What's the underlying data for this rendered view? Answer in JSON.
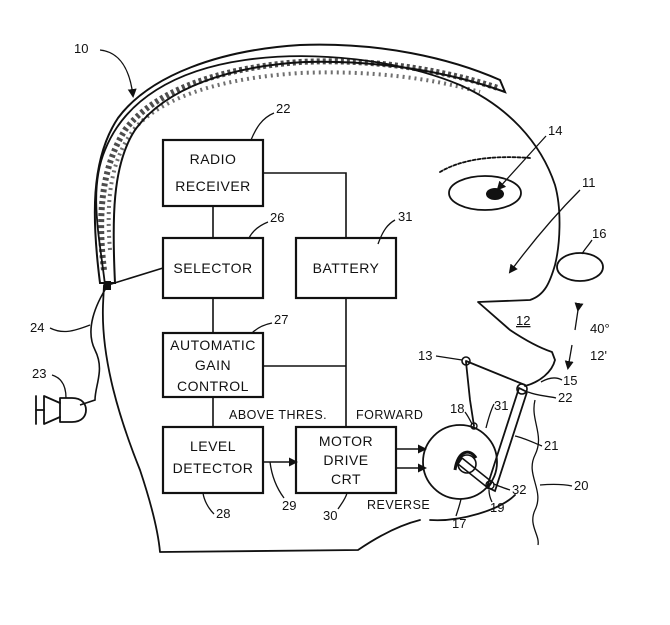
{
  "blocks": {
    "radio_receiver": {
      "line1": "RADIO",
      "line2": "RECEIVER",
      "ref": "22"
    },
    "selector": {
      "label": "SELECTOR",
      "ref": "26"
    },
    "battery": {
      "label": "BATTERY",
      "ref": "31"
    },
    "agc": {
      "line1": "AUTOMATIC",
      "line2": "GAIN",
      "line3": "CONTROL",
      "ref": "27"
    },
    "level_detector": {
      "line1": "LEVEL",
      "line2": "DETECTOR",
      "ref": "28"
    },
    "motor_drive": {
      "line1": "MOTOR",
      "line2": "DRIVE",
      "line3": "CRT",
      "ref": "30"
    }
  },
  "signals": {
    "above_threshold": "ABOVE THRES.",
    "forward": "FORWARD",
    "reverse": "REVERSE"
  },
  "refs": {
    "head": "10",
    "face": "11",
    "mouth": "12",
    "jaw_angle": "12'",
    "lever_pivot": "13",
    "eye": "14",
    "jaw_point": "15",
    "ear": "16",
    "motor": "17",
    "motor_pin": "18",
    "crank_joint": "19",
    "wire": "20",
    "link_rod": "21",
    "jaw_joint": "22",
    "speaker": "23",
    "antenna_lead": "24",
    "lead_29": "29",
    "motor_cam": "31",
    "crank_end": "32"
  },
  "angle_label": "40°"
}
